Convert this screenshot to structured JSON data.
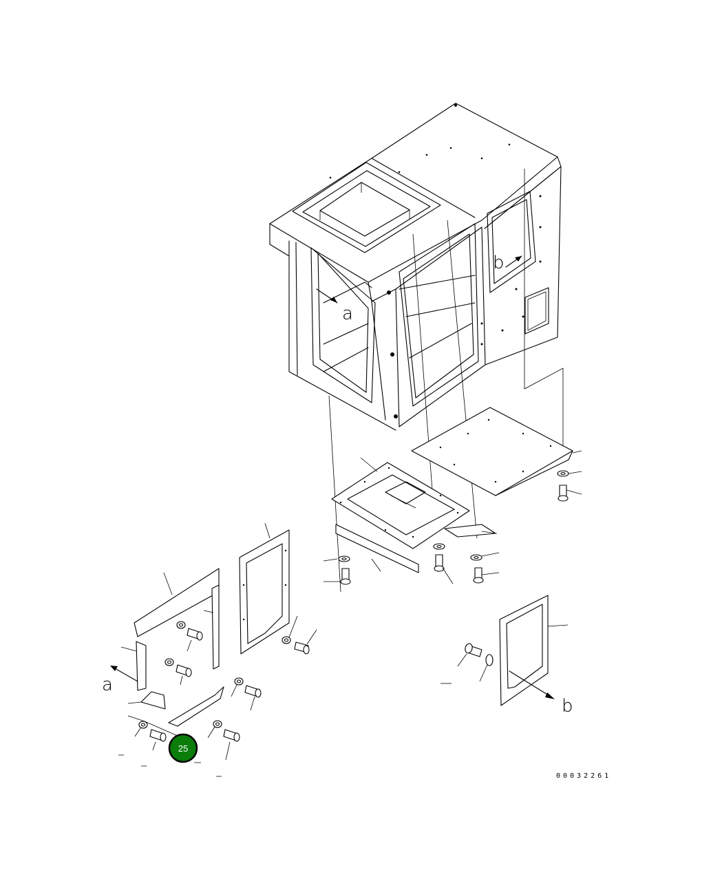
{
  "diagram": {
    "view_labels": {
      "a_top": "a",
      "b_top": "b",
      "a_bottom": "a",
      "b_bottom": "b"
    },
    "hotspot": {
      "label": "25",
      "color": "#0a7d0a",
      "ring": "#000000"
    },
    "drawing_number": "00032261"
  }
}
